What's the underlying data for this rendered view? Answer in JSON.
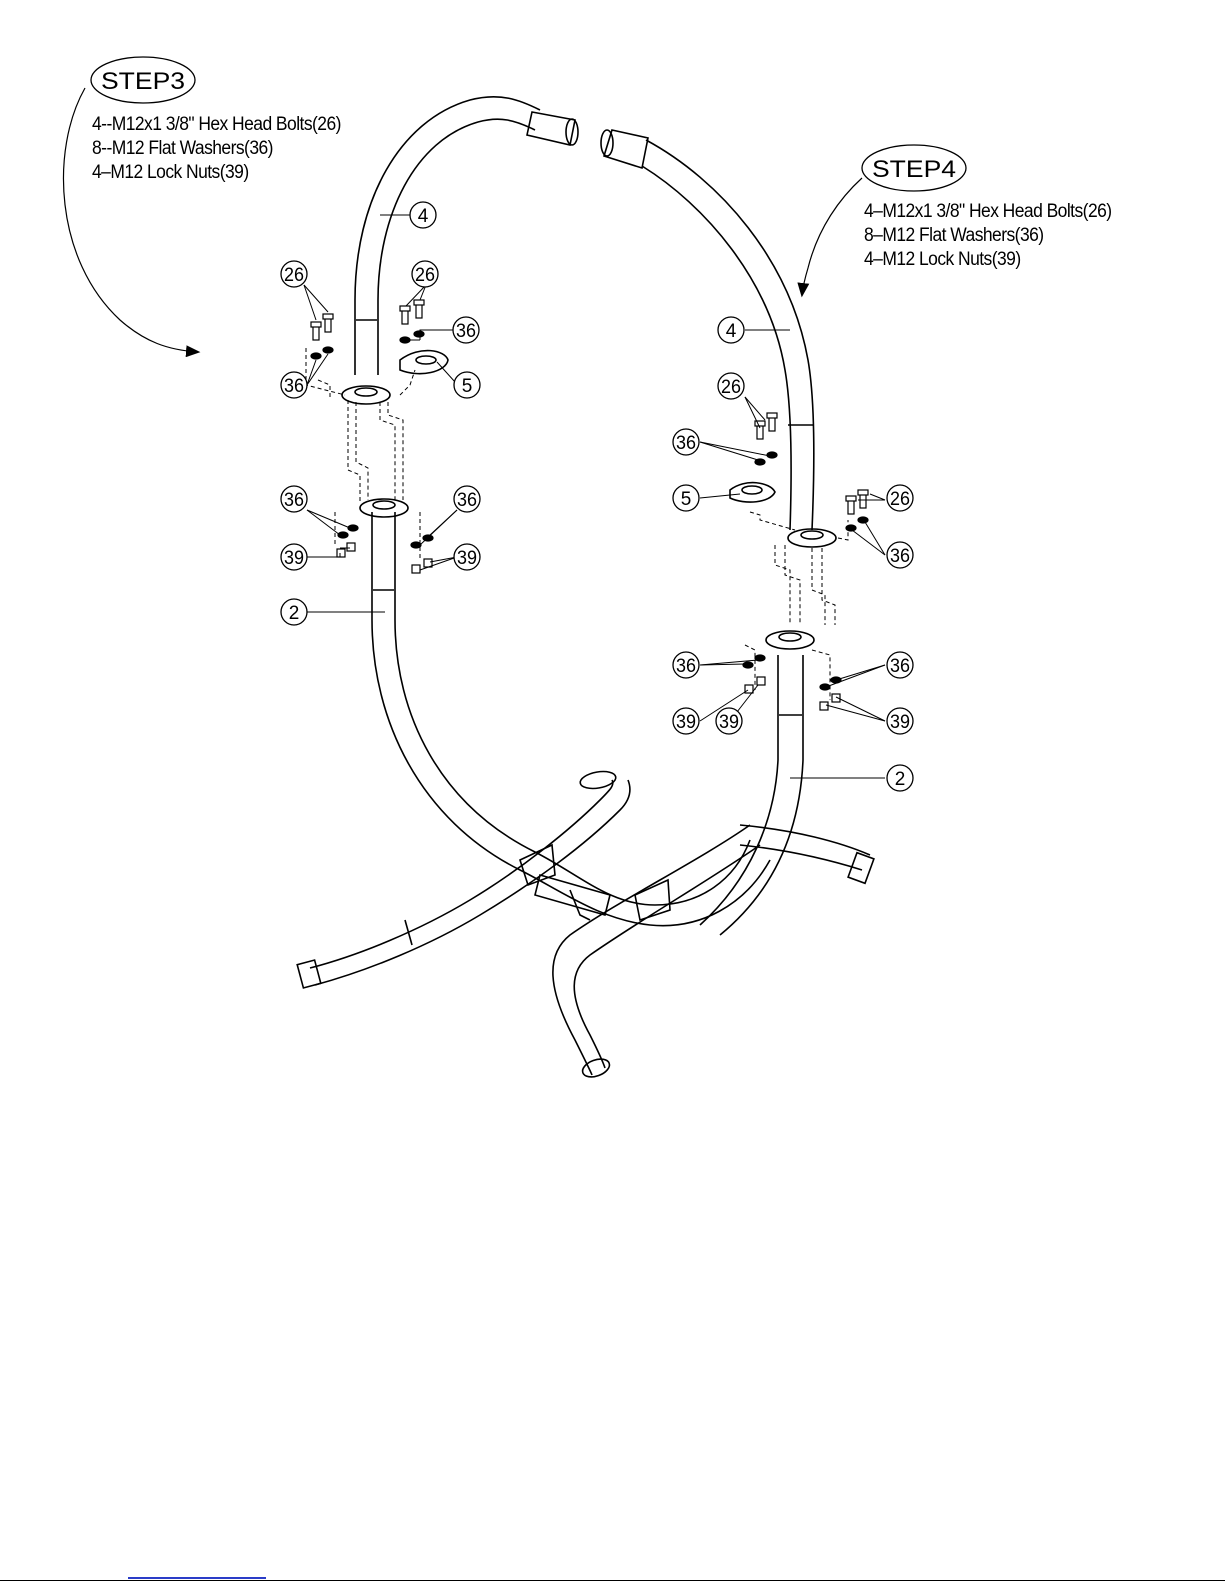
{
  "steps": [
    {
      "title": "STEP3",
      "items": [
        "4--M12x1 3/8\"  Hex Head  Bolts(26)",
        "8--M12 Flat Washers(36)",
        "4–M12 Lock Nuts(39)"
      ]
    },
    {
      "title": "STEP4",
      "items": [
        "4–M12x1 3/8\"  Hex Head  Bolts(26)",
        "8–M12 Flat Washers(36)",
        "4–M12 Lock Nuts(39)"
      ]
    }
  ],
  "callouts": {
    "part_2": "2",
    "part_4": "4",
    "part_5": "5",
    "part_26": "26",
    "part_36": "36",
    "part_39": "39"
  },
  "colors": {
    "ink": "#000000",
    "link": "#2a3cc8"
  }
}
